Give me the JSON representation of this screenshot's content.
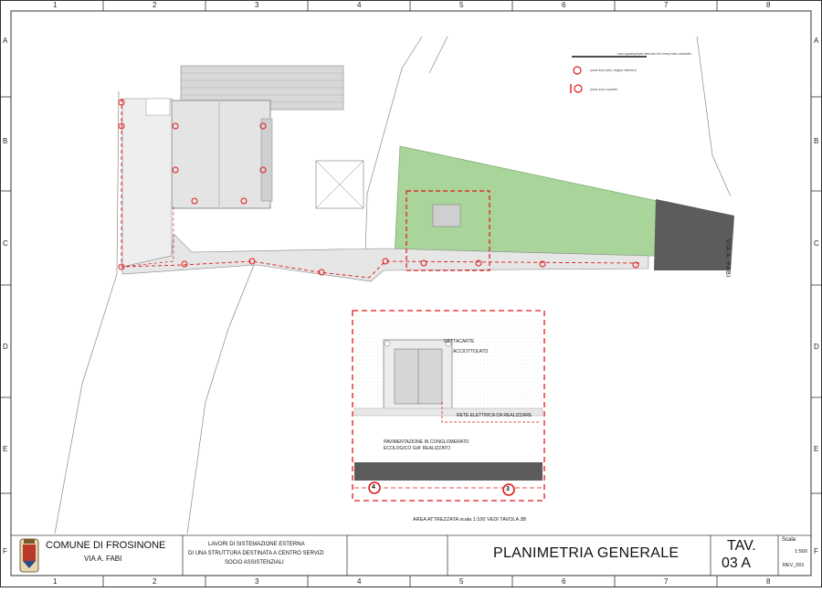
{
  "grid": {
    "columns": [
      "1",
      "2",
      "3",
      "4",
      "5",
      "6",
      "7",
      "8"
    ],
    "rows": [
      "A",
      "B",
      "C",
      "D",
      "E",
      "F"
    ]
  },
  "legend": {
    "line_label": "cavo quadripolare interrato 4x4 mmq entro cavidotto",
    "single_point_label": "punto luce palo, doppio cilindrico",
    "double_point_label": "punto luce a parete"
  },
  "street": {
    "name": "VIA A. FABI"
  },
  "detail": {
    "label_gettacarte": "GETTACARTE",
    "label_acciottolato": "ACCIOTTOLATO",
    "label_rete": "RETE ELETTRICA DA REALIZZARE",
    "label_pavimentazione_1": "PAVIMENTAZIONE IN CONGLOMERATO",
    "label_pavimentazione_2": "ECOLOGICO GIA' REALIZZATO",
    "marker_a": "4",
    "marker_b": "3",
    "caption": "AREA ATTREZZATA scala 1:100 VEDI TAVOLA 3B"
  },
  "title_block": {
    "municipality": "COMUNE DI FROSINONE",
    "address": "VIA A. FABI",
    "description_1": "LAVORI DI SISTEMAZIONE ESTERNA",
    "description_2": "DI UNA STRUTTURA DESTINATA A CENTRO SERVIZI",
    "description_3": "SOCIO ASSISTENZIALI",
    "drawing_title": "PLANIMETRIA GENERALE",
    "sheet_label": "TAV.",
    "sheet_number": "03 A",
    "scale_label": "Scala",
    "scale_value": "1:500",
    "revision": "REV_001"
  },
  "colors": {
    "red": "#e01818",
    "green": "#a9d49a",
    "road": "#555555"
  }
}
